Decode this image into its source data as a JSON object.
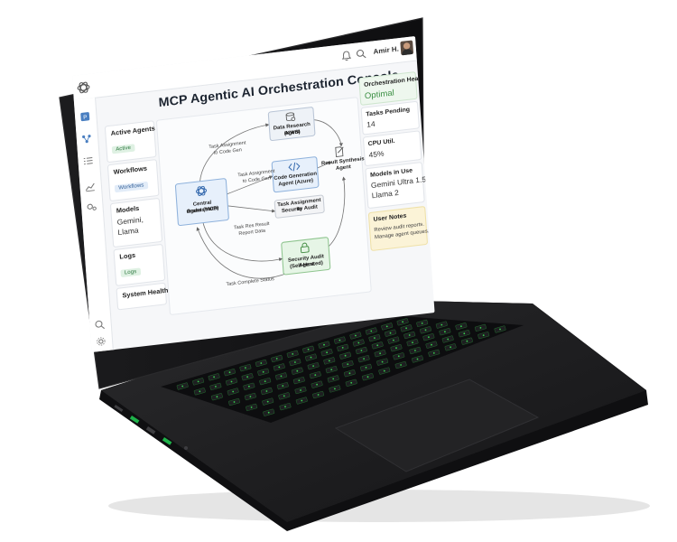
{
  "topbar": {
    "user_name": "Amir H.",
    "icons": [
      "bell-icon",
      "search-icon",
      "avatar"
    ]
  },
  "sidebar": {
    "icons": [
      "openai-logo-icon",
      "dashboard-icon",
      "workflow-icon",
      "list-icon",
      "chart-icon",
      "settings-cog-icon",
      "search-icon",
      "gear-icon"
    ]
  },
  "title": "MCP Agentic AI Orchestration Console",
  "left_cards": [
    {
      "label": "Active Agents",
      "chip": "Active"
    },
    {
      "label": "Workflows",
      "chip": "Workflows"
    },
    {
      "label": "Models",
      "value_lines": [
        "Gemini,",
        "Llama"
      ]
    },
    {
      "label": "Logs",
      "chip": "Logs"
    },
    {
      "label": "System Health"
    }
  ],
  "diagram": {
    "nodes": {
      "orchestrator": [
        "Central Orchestrator",
        "Agent (MCP)"
      ],
      "data_research": [
        "Data Research Agent",
        "(KWS)"
      ],
      "code_gen": [
        "Code Generation",
        "Agent (Azure)"
      ],
      "task_security": [
        "Task Assignment to",
        "Security Audit"
      ],
      "security_audit": [
        "Security Audit Agent",
        "(Self-Hosted)"
      ],
      "synthesis": [
        "Result Synthesis",
        "Agent"
      ]
    },
    "edges": {
      "e1": [
        "Task Assignment",
        "to Code Gen"
      ],
      "e2": [
        "Task Assignment",
        "to Code Gen"
      ],
      "e3": [
        "Task Res Result",
        "Report Data"
      ],
      "e4": "Task Complete Status"
    }
  },
  "right_cards": {
    "health": {
      "label": "Orchestration Health",
      "value": "Optimal"
    },
    "tasks": {
      "label": "Tasks Pending",
      "value": "14"
    },
    "cpu": {
      "label": "CPU Util.",
      "value": "45%"
    },
    "models": {
      "label": "Models in Use",
      "value_lines": [
        "Gemini Ultra 1.5",
        "Llama 2"
      ]
    },
    "notes": {
      "label": "User Notes",
      "value_lines": [
        "Review audit reports.",
        "Manage agent queues."
      ]
    }
  },
  "colors": {
    "accent_green": "#3b8f43",
    "keyboard_backlight": "#3cff5a",
    "laptop_body": "#1b1b1d",
    "node_blue": "#8fb2dc",
    "node_green": "#8fc58f"
  }
}
